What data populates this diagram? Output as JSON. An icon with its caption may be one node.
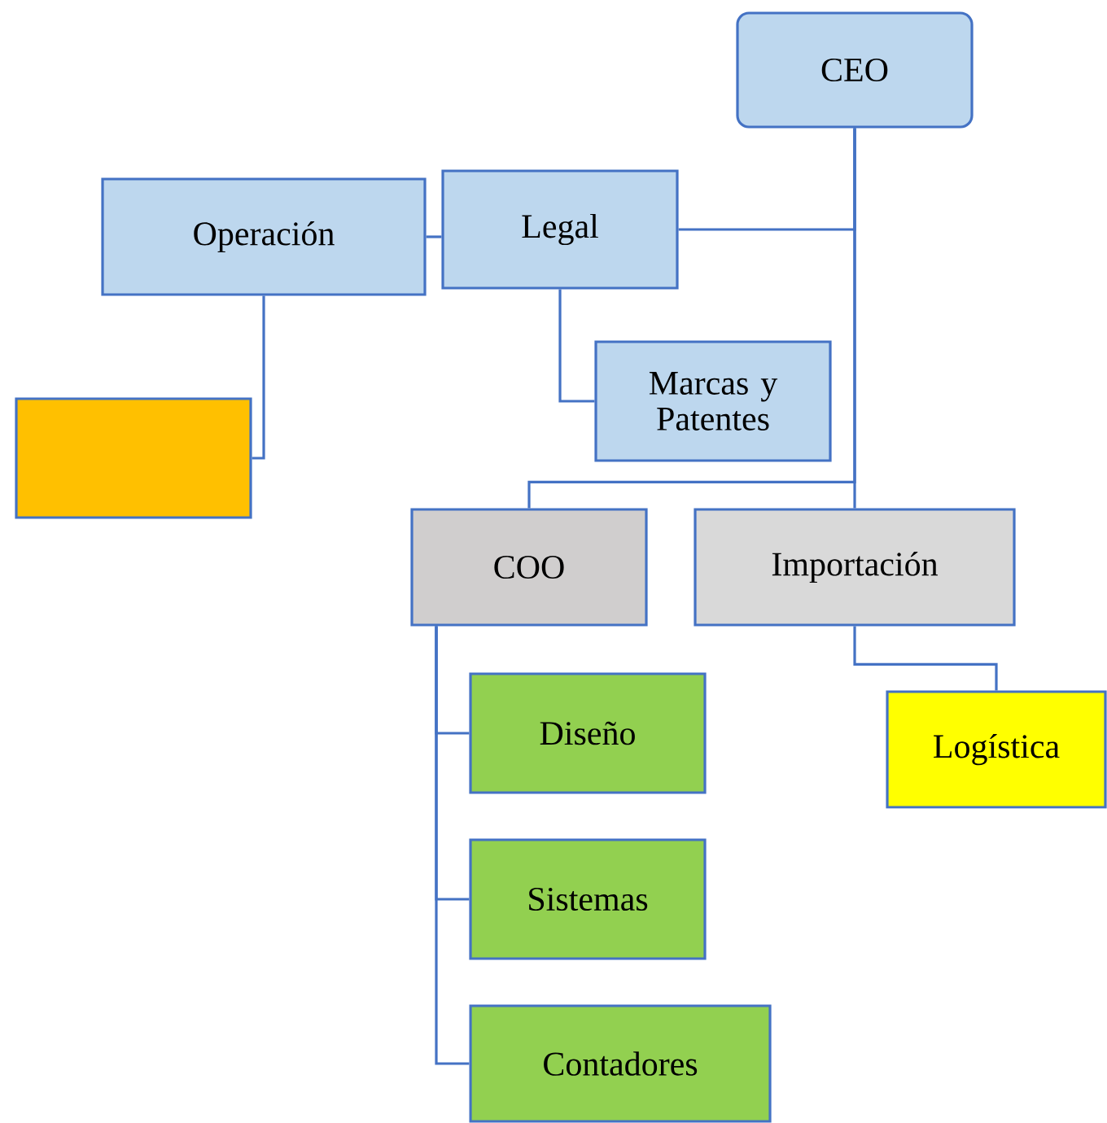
{
  "diagram": {
    "nodes": [
      {
        "text": [
          "CEO"
        ]
      },
      {
        "text": [
          "Operación"
        ]
      },
      {
        "text": [
          "Legal"
        ]
      },
      {
        "text": [
          "Marcas y Patentes"
        ]
      },
      {
        "text": [],
        "shape": "box"
      },
      {
        "text": [
          "COO"
        ]
      },
      {
        "text": [
          "Importación"
        ]
      },
      {
        "text": [
          "Logística"
        ]
      },
      {
        "text": [
          "Diseño"
        ]
      },
      {
        "text": [
          "Sistemas"
        ]
      },
      {
        "text": [
          "Contadores"
        ]
      }
    ],
    "edges": [
      {
        "from": 0,
        "to": 2,
        "arrow": "none"
      },
      {
        "from": 1,
        "to": 2,
        "arrow": "none"
      },
      {
        "from": 2,
        "to": 3,
        "arrow": "none"
      },
      {
        "from": 1,
        "to": 4,
        "arrow": "none"
      },
      {
        "from": 0,
        "to": 5,
        "arrow": "none"
      },
      {
        "from": 0,
        "to": 6,
        "arrow": "none"
      },
      {
        "from": 6,
        "to": 7,
        "arrow": "none"
      },
      {
        "from": 5,
        "to": 8,
        "arrow": "none"
      },
      {
        "from": 5,
        "to": 9,
        "arrow": "none"
      },
      {
        "from": 5,
        "to": 10,
        "arrow": "none"
      }
    ]
  }
}
